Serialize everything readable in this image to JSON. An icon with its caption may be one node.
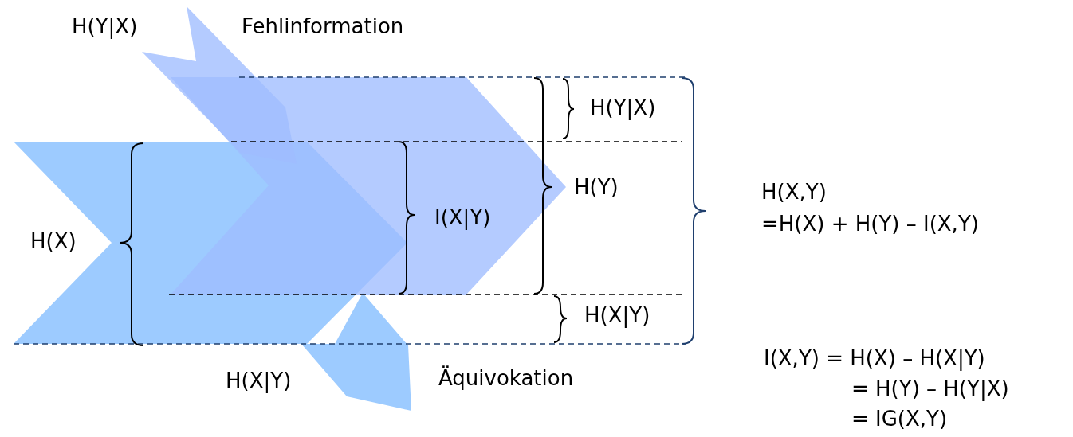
{
  "diagram": {
    "labels": [
      "H(Y|X)",
      "Fehlinformation",
      "H(Y|X)",
      "H(Y)",
      "H(X,Y)",
      "I(X|Y)",
      "=H(X) + H(Y) – I(X,Y)",
      "H(X)",
      "H(X|Y)",
      "I(X,Y) = H(X) – H(X|Y)",
      "H(X|Y)",
      "Äquivokation",
      "= H(Y) – H(Y|X)",
      "= IG(X,Y)"
    ]
  }
}
